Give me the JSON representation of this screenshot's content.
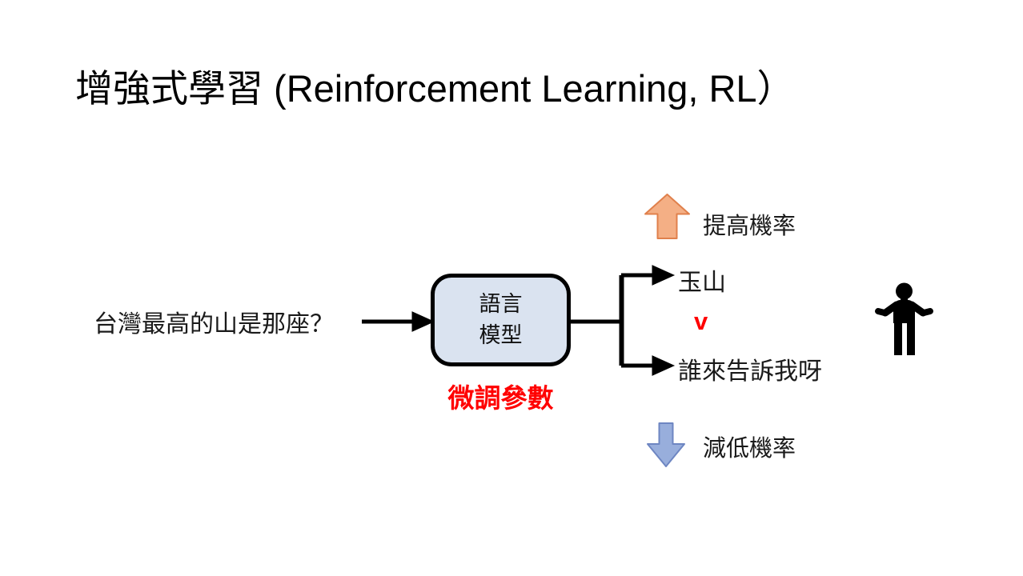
{
  "slide": {
    "title": "增強式學習 (Reinforcement Learning, RL）",
    "prompt": "台灣最高的山是那座？",
    "model_box": {
      "line1": "語言",
      "line2": "模型"
    },
    "finetune_label": "微調參數",
    "output_top": "玉山",
    "comparator": "v",
    "output_bottom": "誰來告訴我呀",
    "increase_label": "提高機率",
    "decrease_label": "減低機率",
    "icons": {
      "up_arrow": "up-block-arrow-icon",
      "down_arrow": "down-block-arrow-icon",
      "person": "person-shrug-icon",
      "arrowheads": "right-arrowhead-icon"
    },
    "colors": {
      "background": "#FFFFFF",
      "text": "#1A1A1A",
      "highlight_red": "#FF0000",
      "box_fill": "#DAE3F0",
      "box_border": "#000000",
      "connector": "#000000",
      "up_arrow_fill": "#F4AF85",
      "up_arrow_border": "#E0804C",
      "down_arrow_fill": "#98AEDC",
      "down_arrow_border": "#6E86C2",
      "person_fill": "#000000"
    }
  }
}
